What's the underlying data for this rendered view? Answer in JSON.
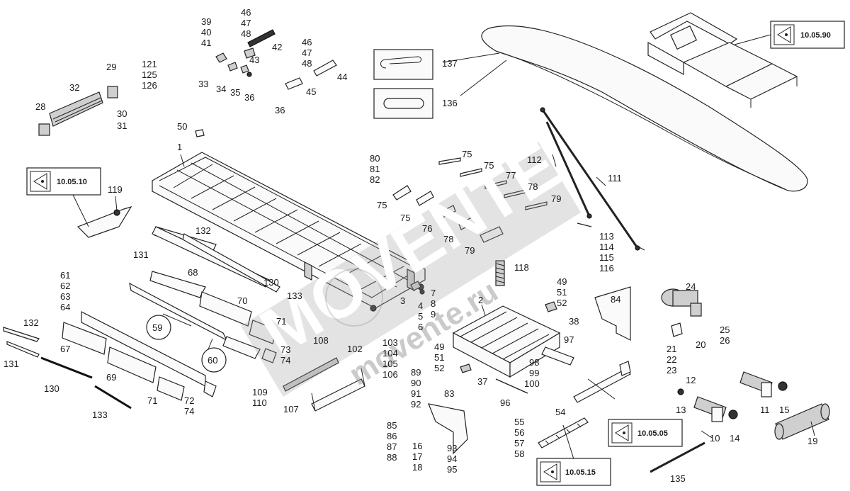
{
  "watermark": {
    "main": "MOVENTE",
    "url": "movente.ru"
  },
  "refs": [
    {
      "id": "ref-10-05-90",
      "label": "10.05.90"
    },
    {
      "id": "ref-10-05-10",
      "label": "10.05.10"
    },
    {
      "id": "ref-10-05-05",
      "label": "10.05.05"
    },
    {
      "id": "ref-10-05-15",
      "label": "10.05.15"
    }
  ],
  "circled": [
    "59",
    "60"
  ],
  "labels": {
    "p1": "1",
    "p2": "2",
    "p3": "3",
    "p4": "4",
    "p5": "5",
    "p6": "6",
    "p7": "7",
    "p8": "8",
    "p9": "9",
    "p10": "10",
    "p11": "11",
    "p12": "12",
    "p13": "13",
    "p14": "14",
    "p15": "15",
    "p16": "16",
    "p17": "17",
    "p18": "18",
    "p19": "19",
    "p20": "20",
    "p21": "21",
    "p22": "22",
    "p23": "23",
    "p24": "24",
    "p25": "25",
    "p26": "26",
    "p28": "28",
    "p29": "29",
    "p30": "30",
    "p31": "31",
    "p32": "32",
    "p33": "33",
    "p34": "34",
    "p35": "35",
    "p36a": "36",
    "p36b": "36",
    "p37": "37",
    "p38": "38",
    "p39": "39",
    "p40": "40",
    "p41": "41",
    "p42": "42",
    "p43": "43",
    "p44": "44",
    "p45": "45",
    "p46a": "46",
    "p47a": "47",
    "p48a": "48",
    "p46b": "46",
    "p47b": "47",
    "p48b": "48",
    "p49a": "49",
    "p51a": "51",
    "p52a": "52",
    "p49b": "49",
    "p51b": "51",
    "p52b": "52",
    "p50": "50",
    "p54": "54",
    "p55": "55",
    "p56": "56",
    "p57": "57",
    "p58": "58",
    "p61": "61",
    "p62": "62",
    "p63": "63",
    "p64": "64",
    "p67": "67",
    "p68": "68",
    "p69": "69",
    "p70": "70",
    "p71a": "71",
    "p71b": "71",
    "p72": "72",
    "p73": "73",
    "p74a": "74",
    "p74b": "74",
    "p75a": "75",
    "p75b": "75",
    "p75c": "75",
    "p75d": "75",
    "p76": "76",
    "p77": "77",
    "p78a": "78",
    "p78b": "78",
    "p79a": "79",
    "p79b": "79",
    "p80": "80",
    "p81": "81",
    "p82": "82",
    "p83": "83",
    "p84": "84",
    "p85": "85",
    "p86": "86",
    "p87": "87",
    "p88": "88",
    "p89": "89",
    "p90": "90",
    "p91": "91",
    "p92": "92",
    "p93": "93",
    "p94": "94",
    "p95": "95",
    "p96": "96",
    "p97": "97",
    "p98": "98",
    "p99": "99",
    "p100": "100",
    "p102": "102",
    "p103": "103",
    "p104": "104",
    "p105": "105",
    "p106": "106",
    "p107": "107",
    "p108": "108",
    "p109": "109",
    "p110": "110",
    "p111": "111",
    "p112": "112",
    "p113": "113",
    "p114": "114",
    "p115": "115",
    "p116": "116",
    "p118": "118",
    "p119": "119",
    "p121": "121",
    "p125": "125",
    "p126": "126",
    "p130a": "130",
    "p130b": "130",
    "p131a": "131",
    "p131b": "131",
    "p132a": "132",
    "p132b": "132",
    "p133a": "133",
    "p133b": "133",
    "p135": "135",
    "p136": "136",
    "p137": "137"
  }
}
